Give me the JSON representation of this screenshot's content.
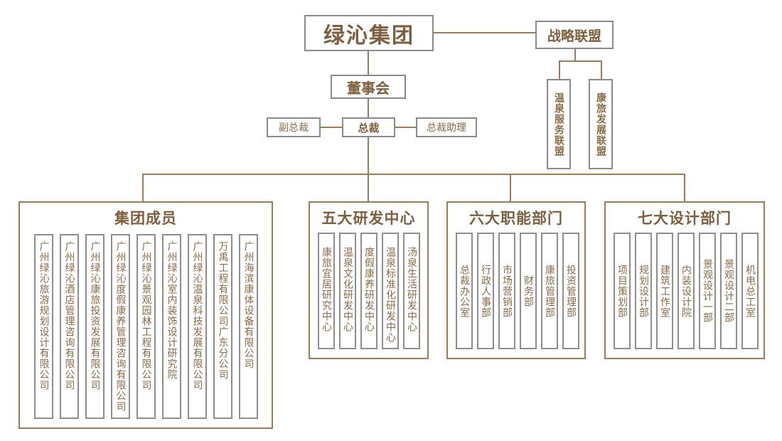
{
  "top": {
    "group": "绿沁集团",
    "alliance": "战略联盟",
    "alliance_members": [
      "温泉服务联盟",
      "康旅发展联盟"
    ],
    "board": "董事会",
    "president": "总裁",
    "vice_president": "副总裁",
    "president_assistant": "总裁助理"
  },
  "groups": [
    {
      "title": "集团成员",
      "items": [
        "广州绿沁旅游规划设计有限公司",
        "广州绿沁酒店管理咨询有限公司",
        "广州绿沁康旅投资发展有限公司",
        "广州绿沁度假康养管理咨询有限公司",
        "广州绿沁景观园林工程有限公司",
        "广州绿沁室内装饰设计研究院",
        "广州绿沁温泉科技发展有限公司",
        "万禹工程有限公司广东分公司",
        "广州海滨康体设备有限公司"
      ]
    },
    {
      "title": "五大研发中心",
      "items": [
        "康旅宜居研究中心",
        "温泉文化研发中心",
        "度假康养研发中心",
        "温泉标准化研发中心",
        "汤泉生活研发中心"
      ]
    },
    {
      "title": "六大职能部门",
      "items": [
        "总裁办公室",
        "行政人事部",
        "市场营销部",
        "财务部",
        "康旅管理部",
        "投资管理部"
      ]
    },
    {
      "title": "七大设计部门",
      "items": [
        "项目策划部",
        "规划设计部",
        "建筑工作室",
        "内装设计院",
        "景观设计一部",
        "景观设计二部",
        "机电总工室"
      ]
    }
  ],
  "colors": {
    "accent": "#9c7b55",
    "text": "#8a6a45",
    "box_border": "#8a8a8a"
  }
}
